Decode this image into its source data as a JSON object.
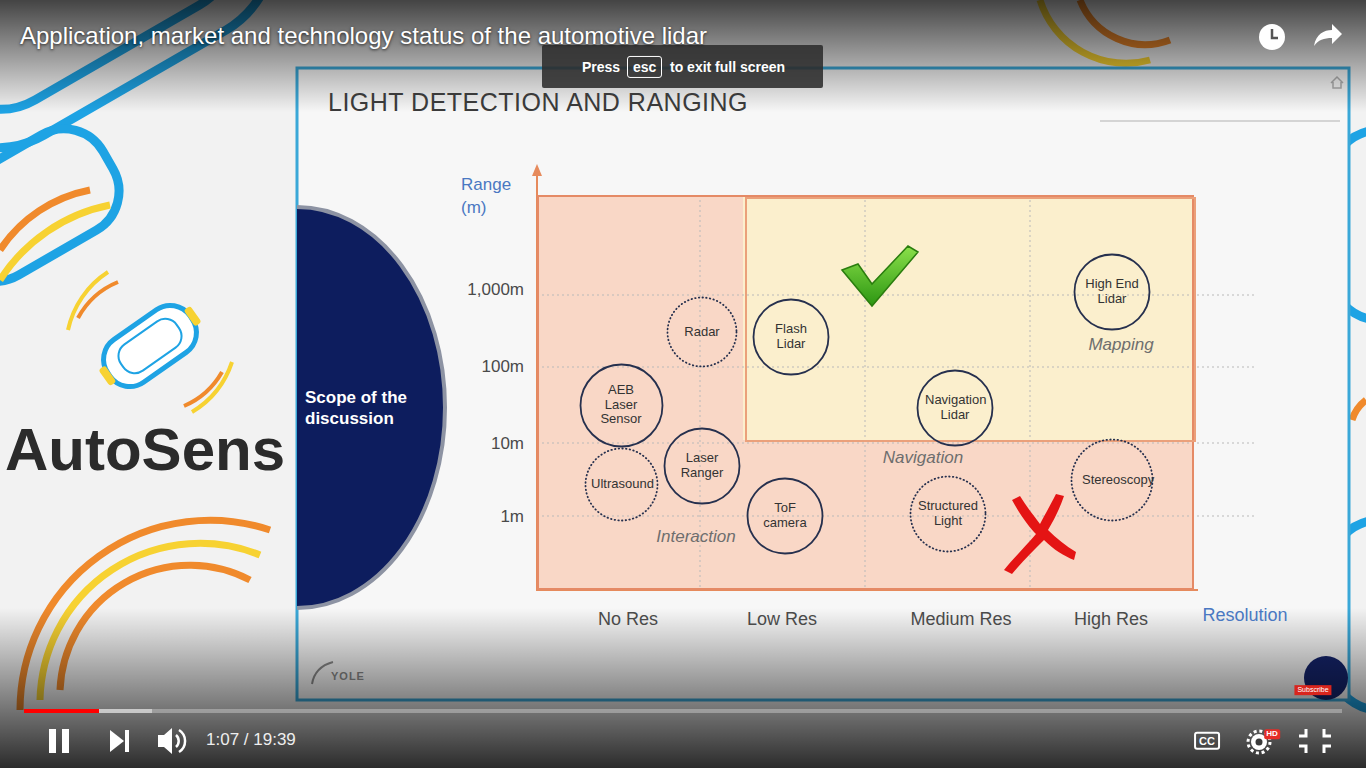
{
  "diagram": {
    "title": "LIGHT DETECTION AND RANGING",
    "nodes": [
      {
        "text": [
          "Scope of the discussion"
        ]
      },
      {
        "text": [
          "Navigation",
          "Interaction"
        ]
      },
      {
        "text": [
          "Mapping"
        ],
        "in": 1
      },
      {
        "text": [
          "High End Lidar"
        ],
        "in": 2
      },
      {
        "text": [
          "Radar"
        ],
        "in": 1
      },
      {
        "text": [
          "Flash Lidar"
        ],
        "in": 2
      },
      {
        "text": [
          "AEB Laser Sensor"
        ],
        "in": 1
      },
      {
        "text": [
          "Navigation Lidar"
        ],
        "in": 2
      },
      {
        "text": [
          "Laser Ranger"
        ],
        "in": 1
      },
      {
        "text": [
          "Ultrasound"
        ],
        "in": 1
      },
      {
        "text": [
          "ToF camera"
        ],
        "in": 1
      },
      {
        "text": [
          "Structured Light"
        ],
        "in": 1
      },
      {
        "text": [
          "Stereoscopy"
        ],
        "in": 1
      }
    ],
    "labels": [
      "Application, market and technology status of the automotive lidar",
      "Press",
      "esc",
      "to exit full screen",
      "AutoSens",
      "Range (m)",
      "1,000m",
      "100m",
      "10m",
      "1m",
      "No Res",
      "Low Res",
      "Medium Res",
      "High Res",
      "Resolution",
      "YOLE",
      "1:07 / 19:39",
      "HD",
      "Subscribe",
      "CC"
    ]
  }
}
